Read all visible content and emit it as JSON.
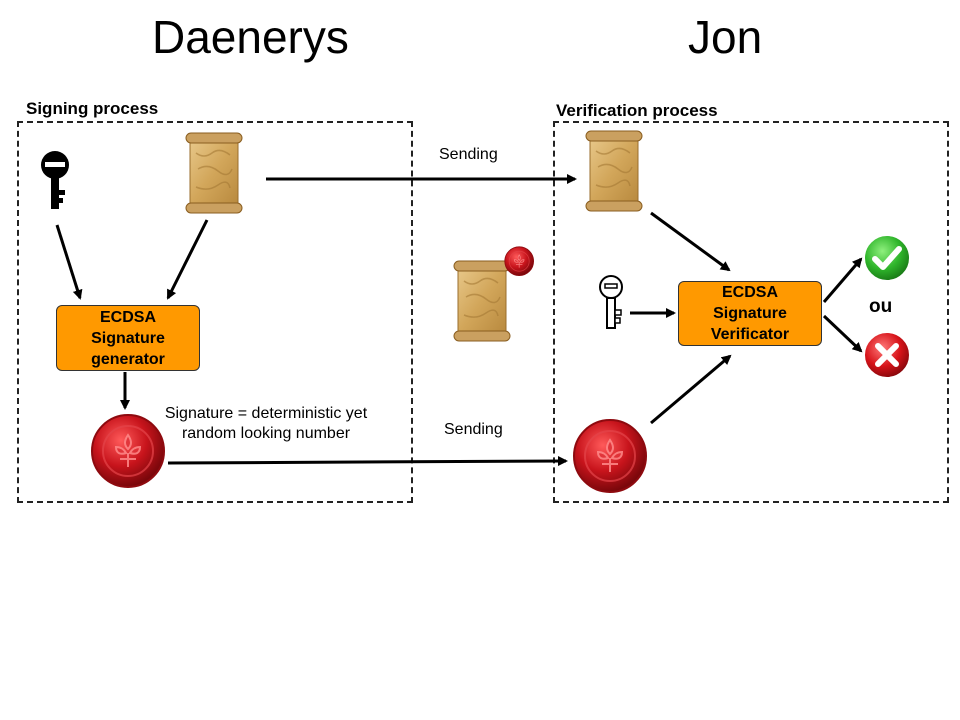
{
  "actors": {
    "left": "Daenerys",
    "right": "Jon"
  },
  "signing": {
    "title": "Signing process",
    "generator_lines": [
      "ECDSA",
      "Signature",
      "generator"
    ],
    "signature_note_lines": [
      "Signature = deterministic yet",
      "random looking number"
    ]
  },
  "verification": {
    "title": "Verification process",
    "verifier_lines": [
      "ECDSA",
      "Signature",
      "Verificator"
    ],
    "or_label": "ou"
  },
  "transfer": {
    "message_label": "Sending",
    "signature_label": "Sending"
  },
  "icons": {
    "private_key": "black-key-icon",
    "public_key": "white-key-icon",
    "message": "parchment-scroll-icon",
    "signed_message": "sealed-scroll-icon",
    "signature": "wax-seal-icon",
    "valid": "green-check-icon",
    "invalid": "red-cross-icon"
  },
  "colors": {
    "box_fill": "#ff9900",
    "seal_red": "#c8141c",
    "valid_green": "#2fb52b",
    "invalid_red": "#d7141a",
    "parchment": "#d9b26a"
  }
}
